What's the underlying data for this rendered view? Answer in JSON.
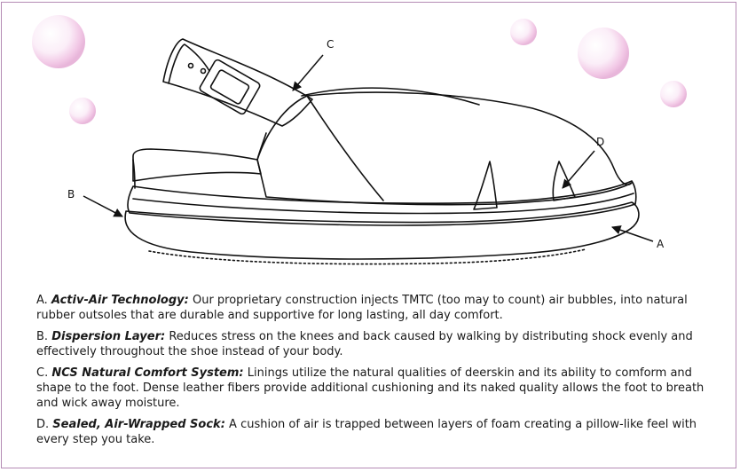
{
  "diagram": {
    "callouts": {
      "a": "A",
      "b": "B",
      "c": "C",
      "d": "D"
    }
  },
  "legend": [
    {
      "letter": "A.",
      "term": "Activ-Air Technology:",
      "text": "Our proprietary construction injects TMTC (too may to count) air bubbles, into natural rubber outsoles that are durable and supportive for long lasting, all day comfort."
    },
    {
      "letter": "B.",
      "term": "Dispersion Layer:",
      "text": "Reduces stress on the knees and back caused by walking by distributing shock evenly and effectively throughout the shoe instead of your body."
    },
    {
      "letter": "C.",
      "term": "NCS Natural Comfort System:",
      "text": "Linings utilize the natural qualities of deerskin and its ability to comform and shape to the foot.   Dense leather fibers provide additional cushioning and its naked quality allows the foot to breath and wick away moisture."
    },
    {
      "letter": "D.",
      "term": "Sealed, Air-Wrapped Sock:",
      "text": "A cushion of air is trapped between layers of foam creating a pillow-like feel with every step you take."
    }
  ],
  "colors": {
    "frame": "#b48bb4",
    "bubble": "#f2c9e6",
    "line": "#111111"
  }
}
